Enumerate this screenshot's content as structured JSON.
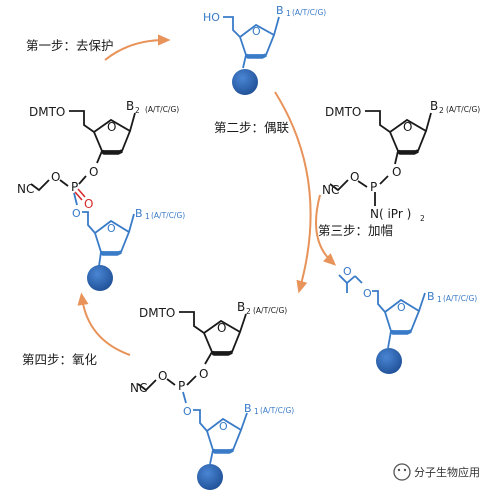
{
  "steps": {
    "step1": "第一步：去保护",
    "step2": "第二步：偶联",
    "step3": "第三步：加帽",
    "step4": "第四步：氧化"
  },
  "chem": {
    "dmto": "DMTO",
    "ho": "HO",
    "nc": "NC",
    "o": "O",
    "p": "P",
    "n_ipr": "N( iPr )",
    "n_ipr_sub": "2",
    "b": "B",
    "b1": "1",
    "b2": "2",
    "bases": "(A/T/C/G)"
  },
  "watermark": {
    "text": "分子生物应用"
  },
  "colors": {
    "arrow": "#e8935a",
    "blue": "#3a7bc8",
    "bead": "#2c5fa8",
    "black": "#1a1a1a",
    "red": "#d62b2b"
  }
}
